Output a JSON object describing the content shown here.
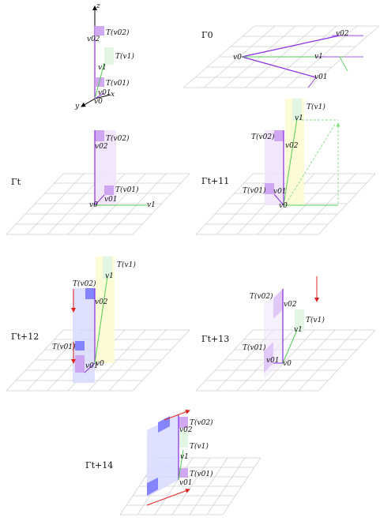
{
  "panels": {
    "axes": {
      "z": "z",
      "y": "y",
      "x": "x"
    },
    "gamma_0": "Γ0",
    "gamma_t": "Γt",
    "gamma_t11": "Γt+11",
    "gamma_t12": "Γt+12",
    "gamma_t13": "Γt+13",
    "gamma_t14": "Γt+14"
  },
  "labels": {
    "v0": "v0",
    "v1": "v1",
    "v0_1": "v01",
    "v0_2": "v02",
    "T_v1": "T(v1)",
    "T_v0_1": "T(v01)",
    "T_v0_2": "T(v02)"
  },
  "colors": {
    "purple": "#8a2be2",
    "purple_fill": "#c89af0",
    "light_purple": "#efe3fb",
    "green": "#55cc55",
    "light_green": "#e3f6e3",
    "yellow": "#fbfbd6",
    "blue": "#7a7aff",
    "light_blue": "#d9d9ff",
    "red": "#e02020"
  }
}
